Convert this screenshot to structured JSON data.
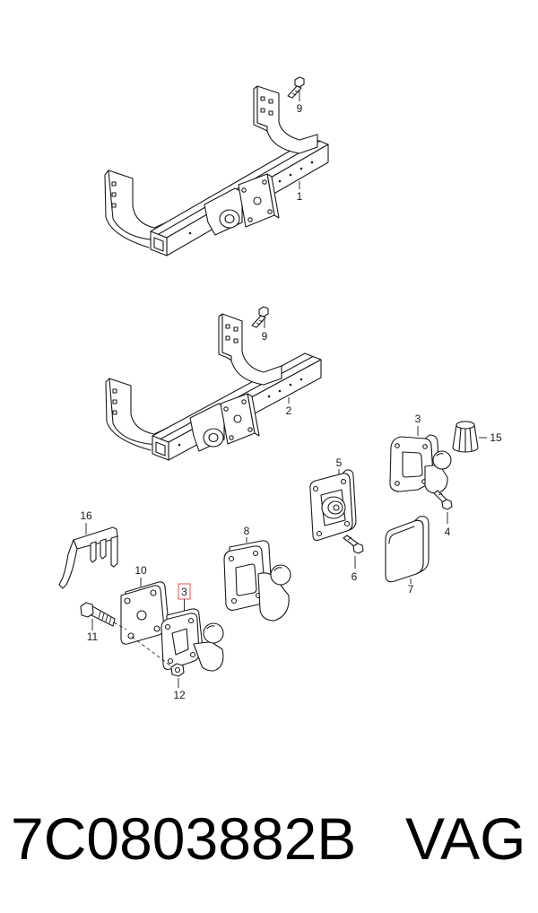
{
  "callouts": {
    "bolt_upper": "9",
    "frame_upper": "1",
    "bolt_middle": "9",
    "frame_lower": "2",
    "hitch_upper": "3",
    "cap": "15",
    "plate_socket": "5",
    "bolt_hitch_upper": "4",
    "bracket": "16",
    "hitch_flange": "8",
    "bolt_plate": "6",
    "cover": "7",
    "spacer_plate": "10",
    "hitch_highlighted": "3",
    "bolt_long": "11",
    "nut": "12"
  },
  "highlight_color": "#e0524f",
  "footer": {
    "part_number": "7C0803882B",
    "brand": "VAG"
  }
}
